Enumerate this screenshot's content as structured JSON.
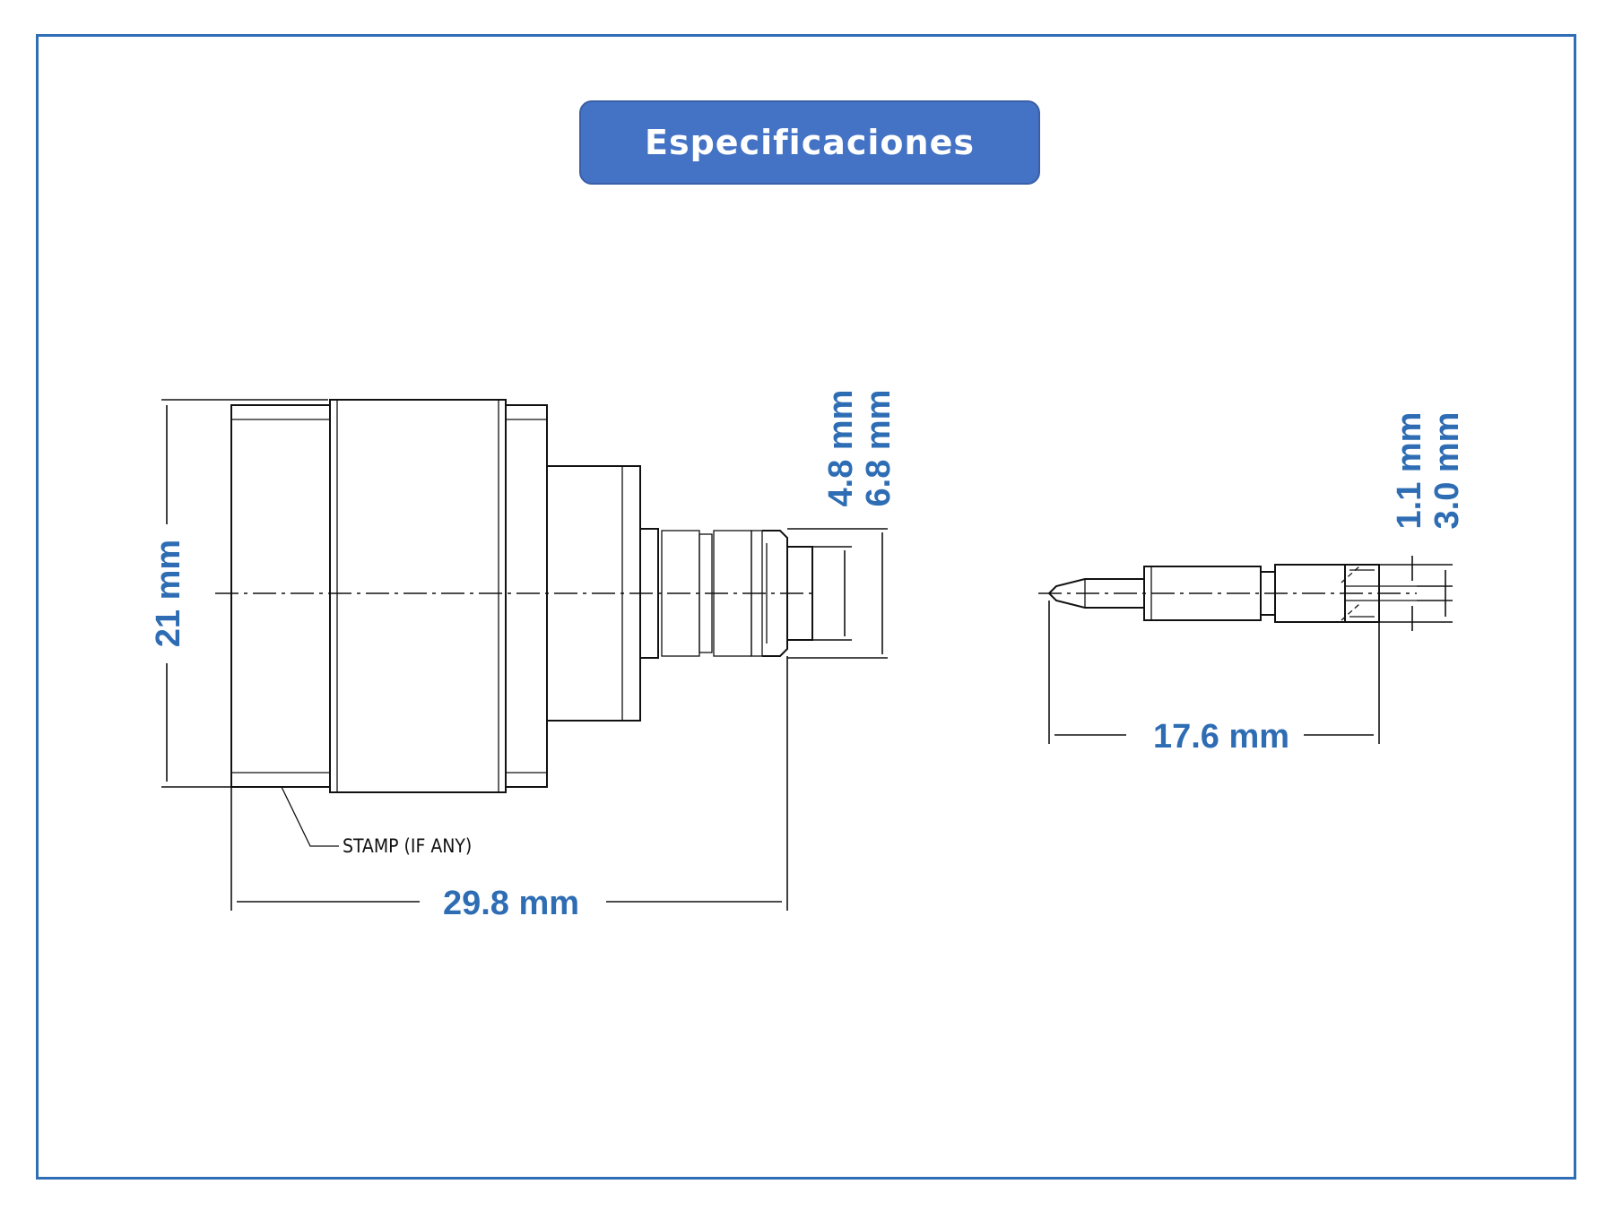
{
  "title": "Especificaciones",
  "colors": {
    "accent": "#4472c4",
    "frame": "#2f6db5",
    "dimension_text": "#2e6db4"
  },
  "dimensions": {
    "connector_height": "21 mm",
    "connector_length": "29.8 mm",
    "crimp_inner": "4.8 mm",
    "crimp_outer": "6.8 mm",
    "pin_length": "17.6 mm",
    "pin_inner": "1.1 mm",
    "pin_outer": "3.0 mm"
  },
  "notes": {
    "stamp": "STAMP (IF ANY)"
  }
}
